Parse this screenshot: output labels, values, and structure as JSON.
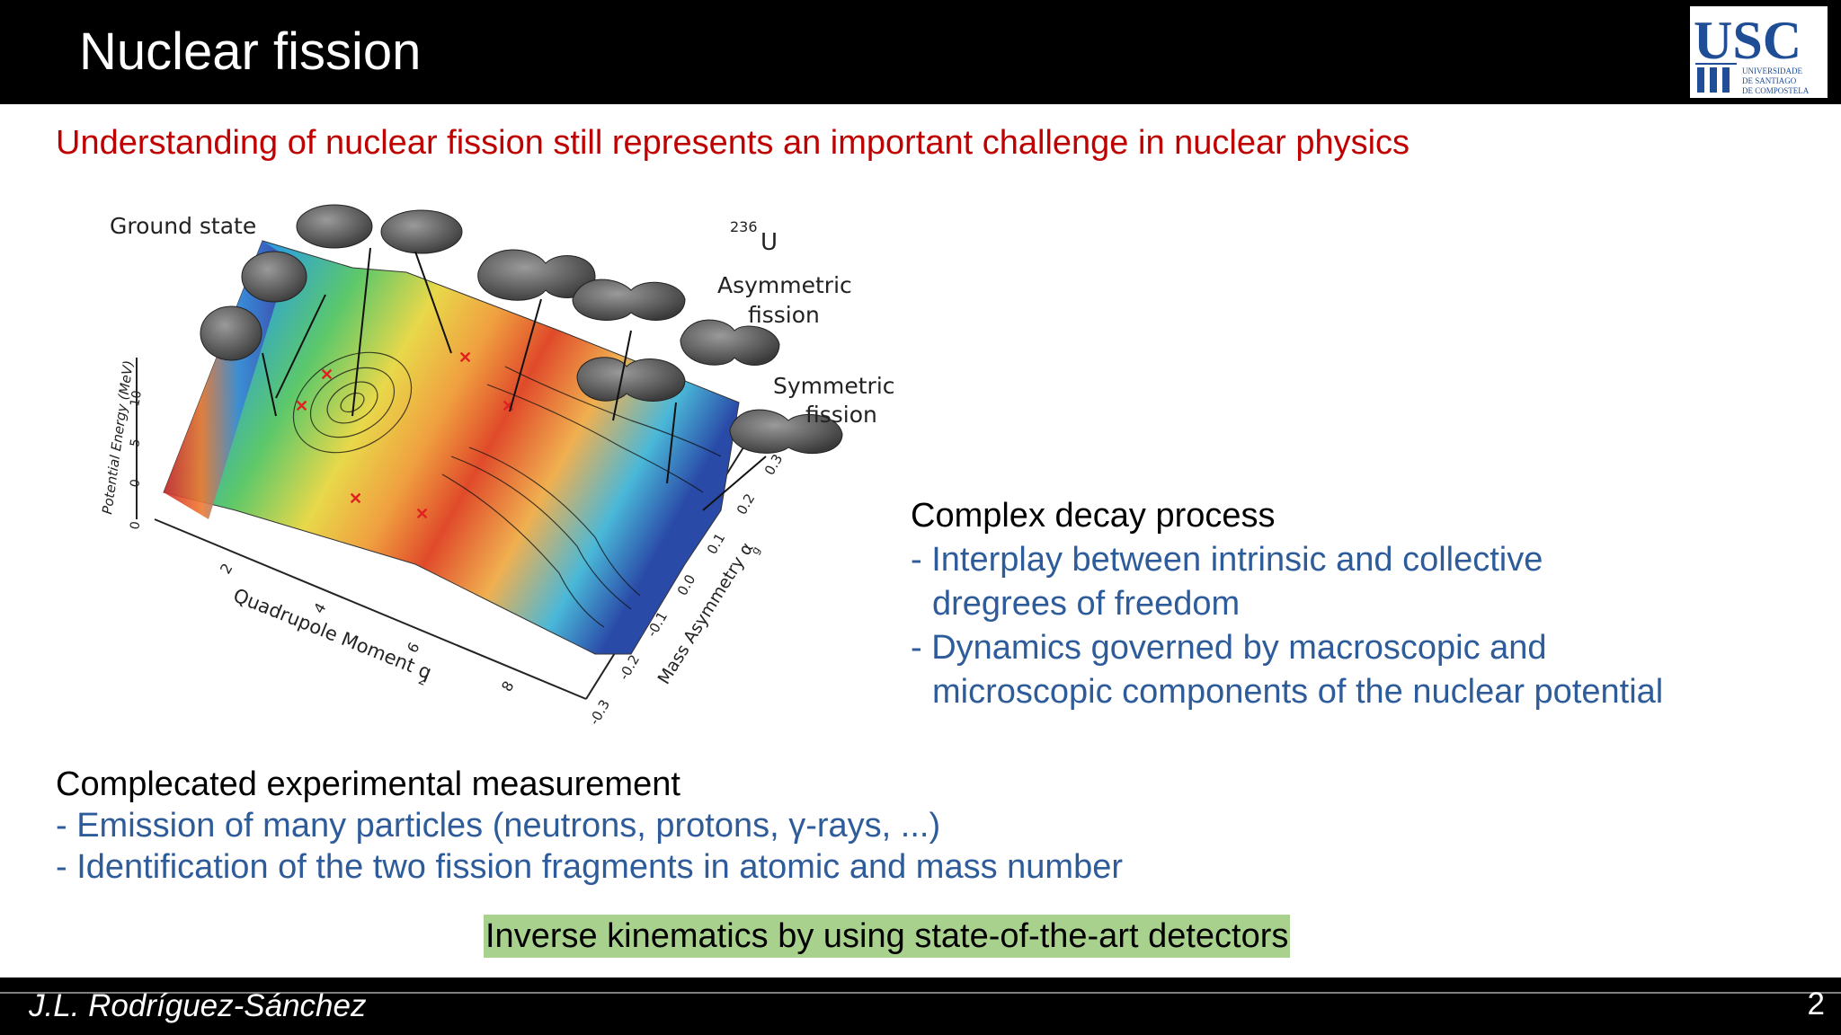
{
  "slide": {
    "title": "Nuclear fission",
    "page_number": "2",
    "author": "J.L. Rodríguez-Sánchez"
  },
  "logo": {
    "letters": "USC",
    "line1": "UNIVERSIDADE",
    "line2": "DE SANTIAGO",
    "line3": "DE COMPOSTELA",
    "color": "#1f4e96"
  },
  "subtitle": "Understanding of nuclear fission still represents an important challenge in nuclear physics",
  "figure": {
    "label_ground": "Ground state",
    "nucleus_sup": "236",
    "nucleus": "U",
    "asym_1": "Asymmetric",
    "asym_2": "fission",
    "sym_1": "Symmetric",
    "sym_2": "fission",
    "z_label": "Potential Energy (MeV)",
    "z_ticks": [
      "0",
      "0",
      "5",
      "10"
    ],
    "x_label": "Quadrupole Moment q",
    "x_sub": "2",
    "x_ticks": [
      "2",
      "4",
      "6",
      "8"
    ],
    "y_label": "Mass Asymmetry α",
    "y_sub": "g",
    "y_ticks": [
      "-0.3",
      "-0.2",
      "-0.1",
      "0.0",
      "0.1",
      "0.2",
      "0.3"
    ]
  },
  "decay": {
    "heading": "Complex decay process",
    "item1_a": "- Interplay between intrinsic and collective",
    "item1_b": "dregrees of freedom",
    "item2_a": "- Dynamics governed by macroscopic and",
    "item2_b": "microscopic components of the nuclear potential"
  },
  "measurement": {
    "heading": "Complecated experimental measurement",
    "item1": "- Emission of many particles (neutrons, protons, γ-rays, ...)",
    "item2": "- Identification of the two fission fragments in atomic and mass number"
  },
  "highlight": {
    "text": "Inverse kinematics by using state-of-the-art detectors",
    "color": "#a9d18e"
  },
  "colors": {
    "title_bar": "#000000",
    "subtitle": "#c00000",
    "body_blue": "#2e5c9a"
  }
}
